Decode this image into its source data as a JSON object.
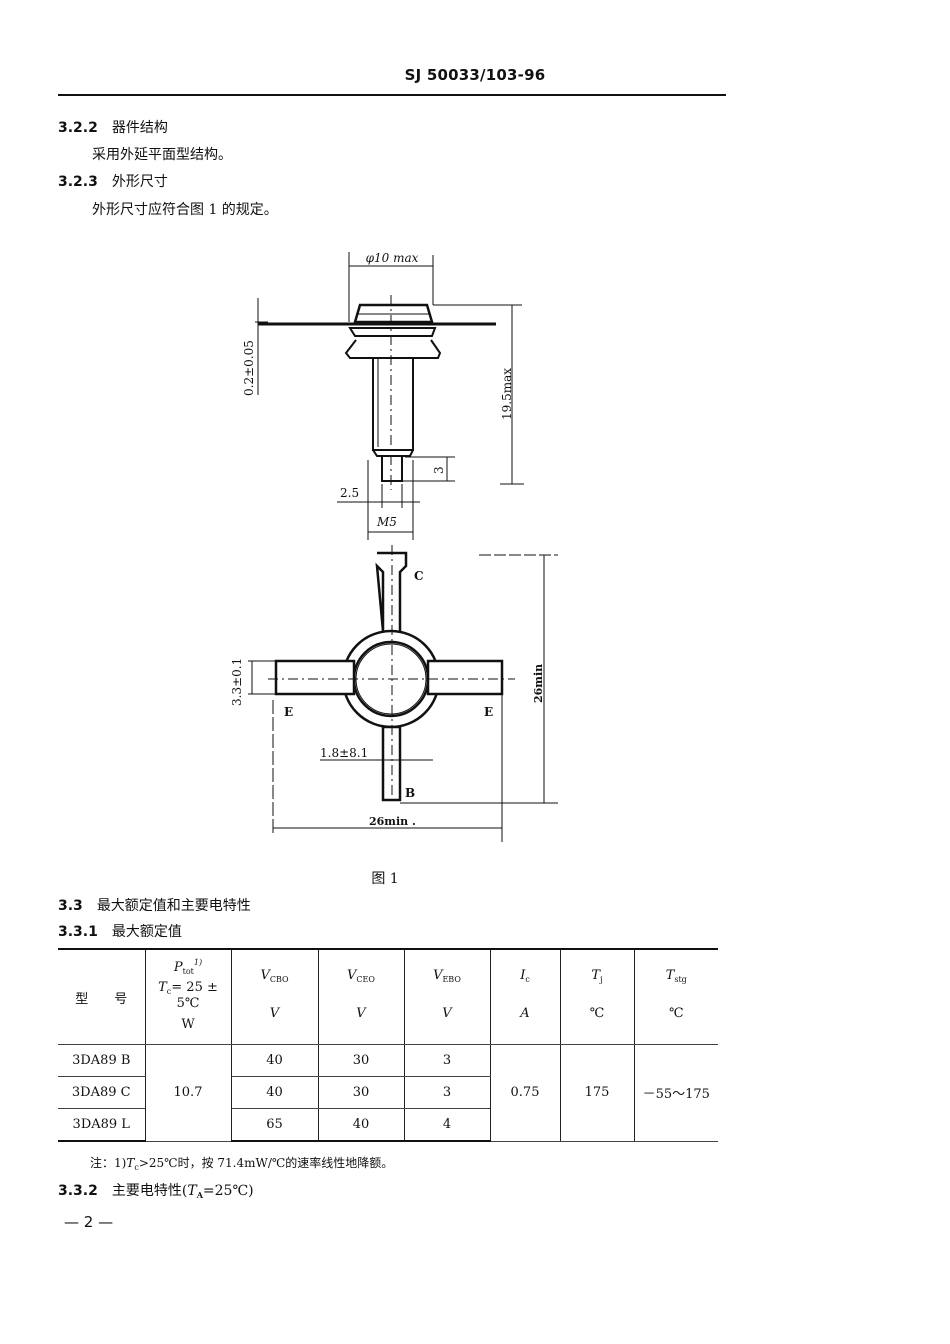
{
  "header": {
    "standard_code": "SJ 50033/103-96"
  },
  "sections": [
    {
      "number": "3.2.2",
      "title": "器件结构",
      "body": "采用外延平面型结构。"
    },
    {
      "number": "3.2.3",
      "title": "外形尺寸",
      "body": "外形尺寸应符合图 1 的规定。"
    }
  ],
  "figure": {
    "caption": "图 1",
    "side_view": {
      "dim_diameter": "φ10 max",
      "dim_flange": "0.2±0.05",
      "dim_height": "19.5max",
      "dim_stud_end": "3",
      "dim_pin": "2.5",
      "dim_thread": "M5"
    },
    "top_view": {
      "lead_c": "C",
      "lead_e_left": "E",
      "lead_e_right": "E",
      "lead_b": "B",
      "dim_lead_width": "3.3±0.1",
      "dim_base_lead": "1.8±8.1",
      "dim_height": "26min",
      "dim_width": "26min ."
    }
  },
  "section_33": {
    "number": "3.3",
    "title": "最大额定值和主要电特性"
  },
  "section_331": {
    "number": "3.3.1",
    "title": "最大额定值"
  },
  "table": {
    "headers": [
      {
        "label": "型　　号"
      },
      {
        "symbol": "P",
        "sub": "tot",
        "sup": "1)",
        "cond": "T",
        "cond_sub": "c",
        "cond_rest": "= 25 ± 5℃",
        "unit": "W"
      },
      {
        "symbol": "V",
        "sub": "CBO",
        "unit": "V"
      },
      {
        "symbol": "V",
        "sub": "CEO",
        "unit": "V"
      },
      {
        "symbol": "V",
        "sub": "EBO",
        "unit": "V"
      },
      {
        "symbol": "I",
        "sub": "c",
        "unit": "A"
      },
      {
        "symbol": "T",
        "sub": "j",
        "unit": "℃"
      },
      {
        "symbol": "T",
        "sub": "stg",
        "unit": "℃"
      }
    ],
    "rows": [
      {
        "model": "3DA89 B",
        "vcbo": "40",
        "vceo": "30",
        "vebo": "3"
      },
      {
        "model": "3DA89 C",
        "vcbo": "40",
        "vceo": "30",
        "vebo": "3"
      },
      {
        "model": "3DA89 L",
        "vcbo": "65",
        "vceo": "40",
        "vebo": "4"
      }
    ],
    "shared": {
      "ptot": "10.7",
      "ic": "0.75",
      "tj": "175",
      "tstg": "－55～175"
    }
  },
  "note": {
    "prefix": "注：1)",
    "sym": "T",
    "sub": "c",
    "text": ">25℃时，按 71.4mW/℃的速率线性地降额。"
  },
  "section_332": {
    "number": "3.3.2",
    "title": "主要电特性(",
    "sym": "T",
    "sub": "A",
    "rest": "=25℃)"
  },
  "page_number": "— 2 —"
}
